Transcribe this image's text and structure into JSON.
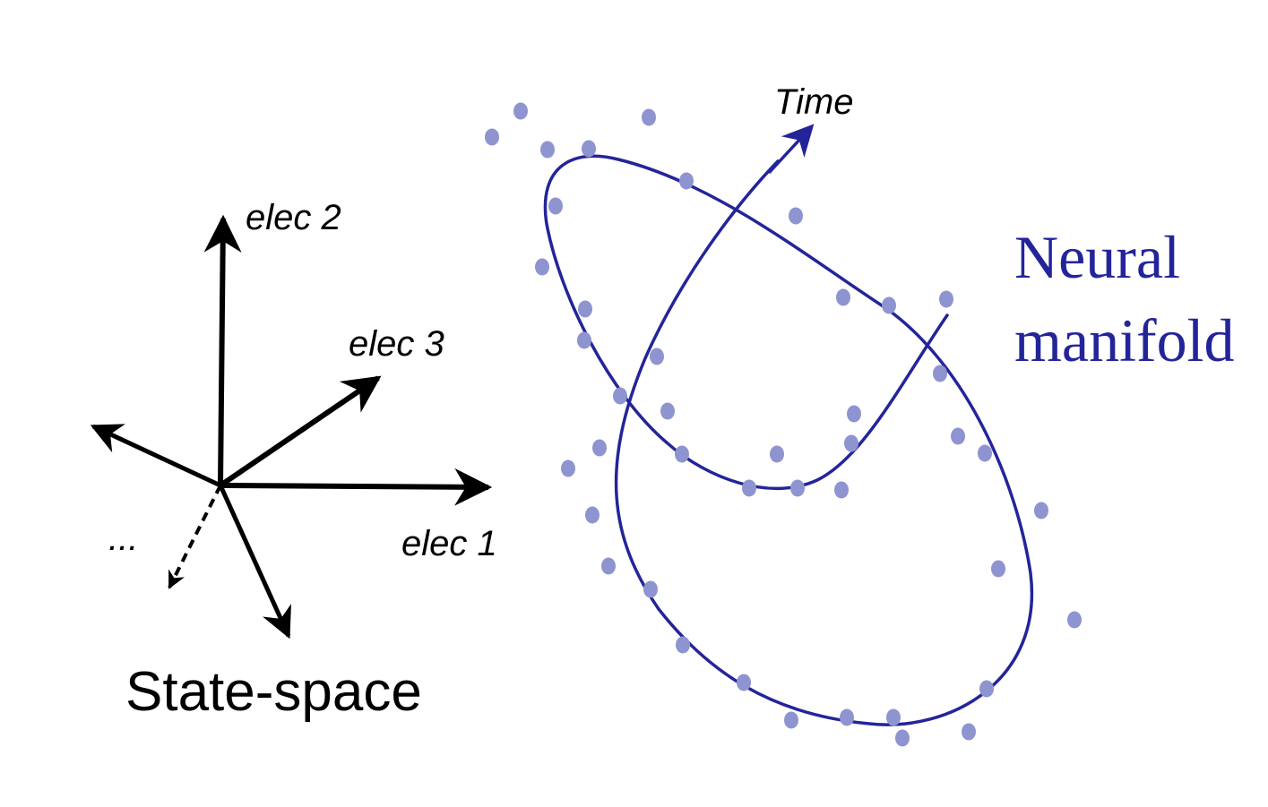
{
  "state_space": {
    "title": "State-space",
    "axes": [
      {
        "id": "elec1",
        "label": "elec 1"
      },
      {
        "id": "elec2",
        "label": "elec 2"
      },
      {
        "id": "elec3",
        "label": "elec 3"
      }
    ],
    "ellipsis": "...",
    "axis_color": "#000000"
  },
  "manifold": {
    "label_line1": "Neural",
    "label_line2": "manifold",
    "time_label": "Time",
    "curve_color": "#24249a",
    "point_color": "#8e94d0"
  }
}
